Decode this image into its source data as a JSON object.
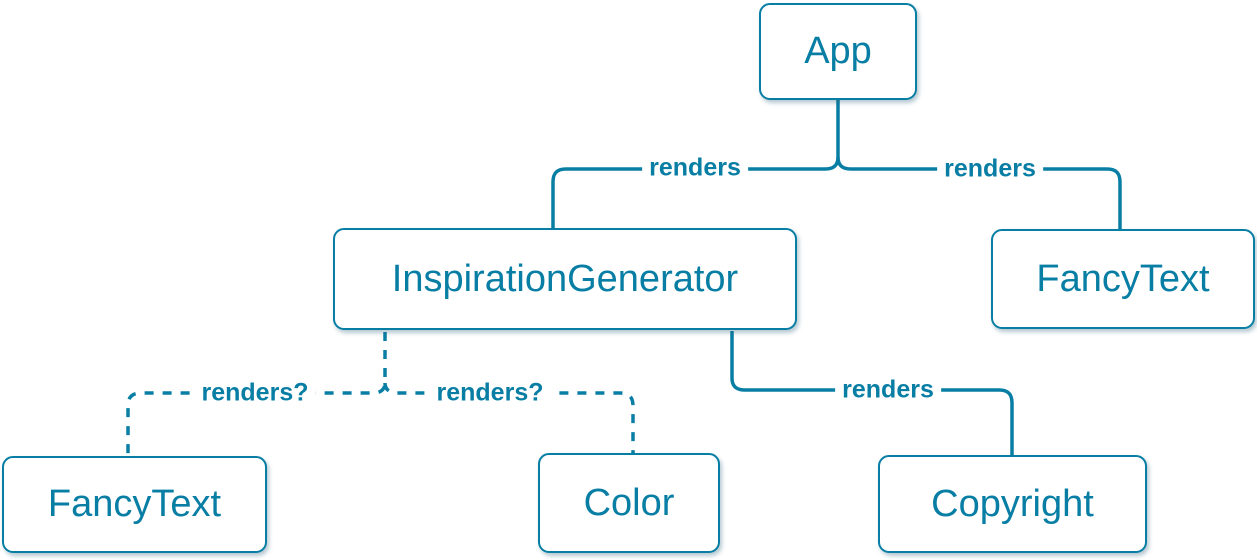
{
  "diagram": {
    "type": "component-tree",
    "colors": {
      "accent": "#087ea4",
      "node_fill": "#ffffff",
      "background": "#ffffff"
    },
    "nodes": [
      {
        "id": "app",
        "label": "App"
      },
      {
        "id": "inspiration-generator",
        "label": "InspirationGenerator"
      },
      {
        "id": "fancy-text-right",
        "label": "FancyText"
      },
      {
        "id": "fancy-text-left",
        "label": "FancyText"
      },
      {
        "id": "color",
        "label": "Color"
      },
      {
        "id": "copyright",
        "label": "Copyright"
      }
    ],
    "edges": [
      {
        "from": "App",
        "to": "InspirationGenerator",
        "label": "renders",
        "style": "solid"
      },
      {
        "from": "App",
        "to": "FancyText",
        "label": "renders",
        "style": "solid"
      },
      {
        "from": "InspirationGenerator",
        "to": "FancyText",
        "label": "renders?",
        "style": "dashed"
      },
      {
        "from": "InspirationGenerator",
        "to": "Color",
        "label": "renders?",
        "style": "dashed"
      },
      {
        "from": "InspirationGenerator",
        "to": "Copyright",
        "label": "renders",
        "style": "solid"
      }
    ]
  }
}
